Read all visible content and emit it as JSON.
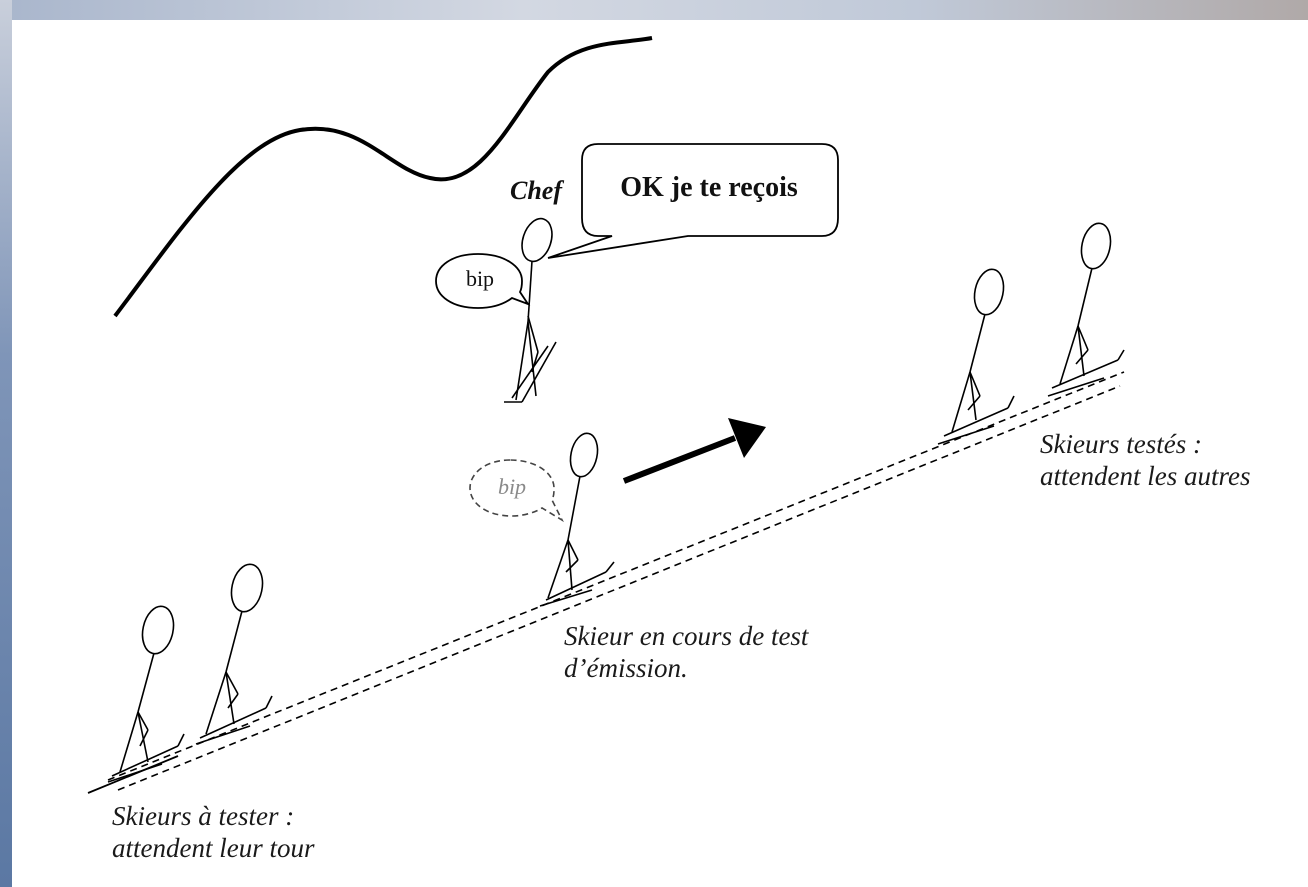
{
  "diagram": {
    "speaker_label": "Chef",
    "speech_bubble": "OK je te reçois",
    "beep_chef": "bip",
    "beep_skier": "bip",
    "group_waiting": {
      "line1": "Skieurs à tester :",
      "line2": "attendent leur tour"
    },
    "group_testing": {
      "line1": "Skieur en cours de test",
      "line2": "d’émission."
    },
    "group_tested": {
      "line1": "Skieurs testés :",
      "line2": "attendent les autres"
    }
  }
}
